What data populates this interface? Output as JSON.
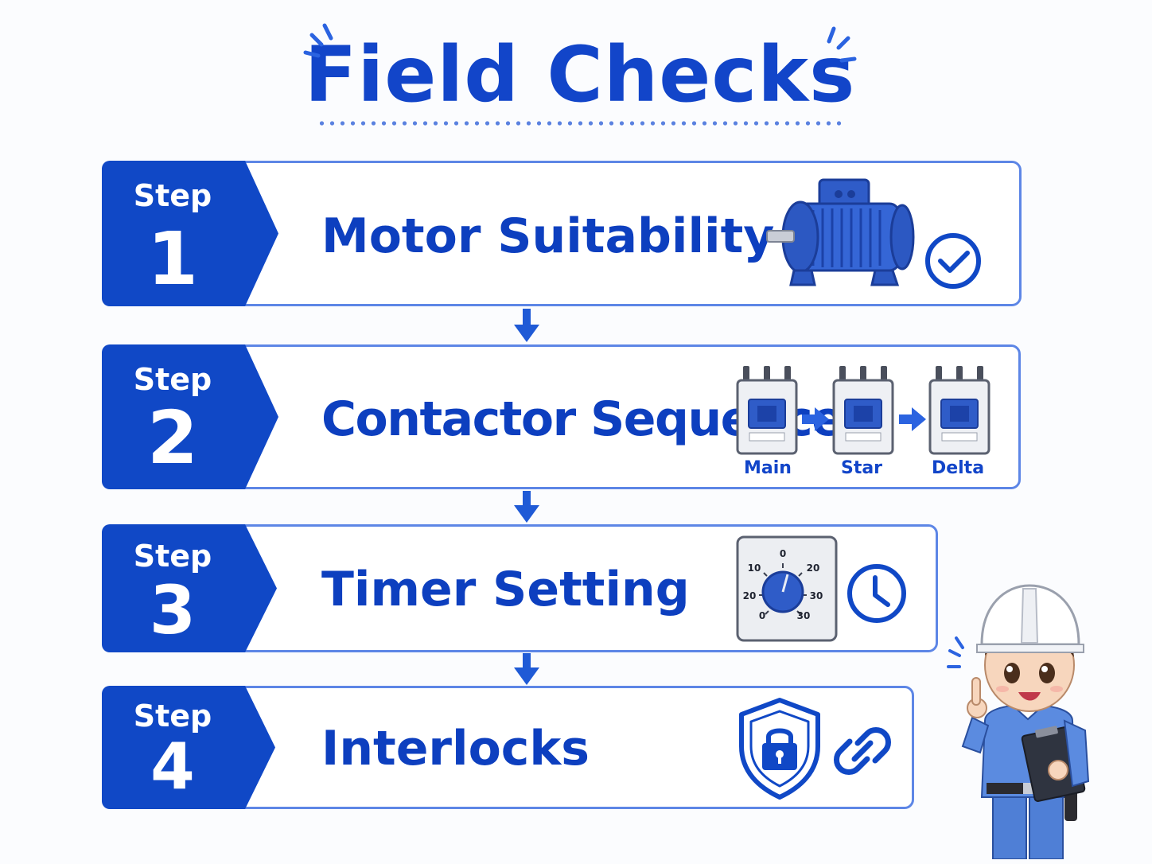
{
  "title": "Field Checks",
  "step_word": "Step",
  "steps": [
    {
      "number": "1",
      "label": "Motor Suitability"
    },
    {
      "number": "2",
      "label": "Contactor Sequence"
    },
    {
      "number": "3",
      "label": "Timer Setting"
    },
    {
      "number": "4",
      "label": "Interlocks"
    }
  ],
  "contactors": [
    "Main",
    "Star",
    "Delta"
  ],
  "timer_dial": {
    "top": "0",
    "upper_left": "10",
    "upper_right": "20",
    "left": "20",
    "right": "30",
    "bottom_left": "0",
    "bottom_right": "30"
  },
  "icons": [
    "motor-icon",
    "check-circle-icon",
    "contactor-icon",
    "timer-dial-icon",
    "clock-icon",
    "shield-lock-icon",
    "chain-link-icon",
    "engineer-mascot"
  ],
  "colors": {
    "primary": "#1048c6",
    "border": "#5d86e6",
    "text": "#0d3fbf"
  }
}
